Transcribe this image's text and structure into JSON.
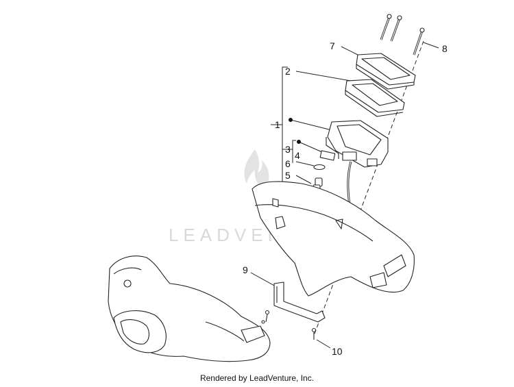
{
  "callouts": {
    "c1": "1",
    "c2": "2",
    "c3": "3",
    "c4": "4",
    "c5": "5",
    "c6": "6",
    "c7": "7",
    "c8": "8",
    "c9": "9",
    "c10": "10"
  },
  "watermark": {
    "text": "LEADVENTURE"
  },
  "caption": "Rendered by LeadVenture, Inc.",
  "colors": {
    "line": "#222222",
    "watermark": "#d9d9d9"
  }
}
